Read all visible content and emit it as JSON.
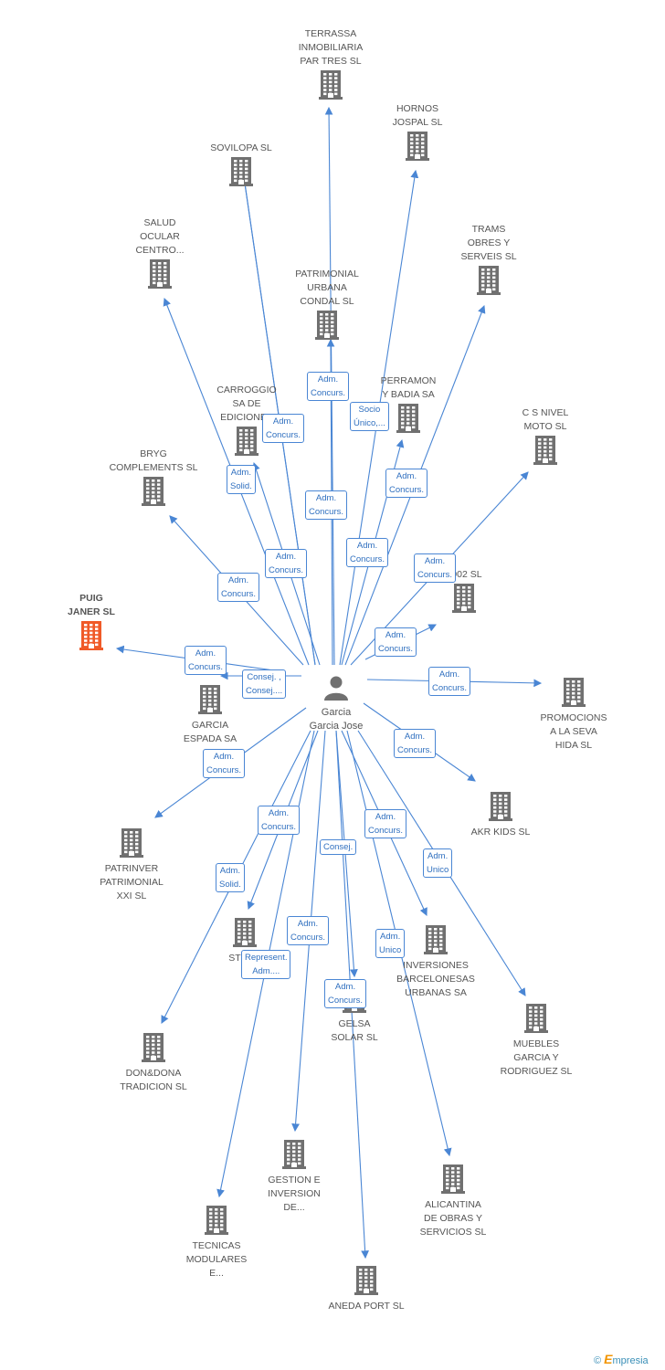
{
  "colors": {
    "edge": "#4a86d4",
    "building": "#707070",
    "highlight": "#f05a28",
    "label": "#555555"
  },
  "person": {
    "name": "Garcia\nGarcia Jose",
    "icon": "person-icon"
  },
  "nodes": [
    {
      "id": "terrassa",
      "label": "TERRASSA\nINMOBILIARIA\nPAR TRES SL",
      "icon": "building-icon"
    },
    {
      "id": "hornos",
      "label": "HORNOS\nJOSPAL SL",
      "icon": "building-icon"
    },
    {
      "id": "sovilopa",
      "label": "SOVILOPA  SL",
      "icon": "building-icon"
    },
    {
      "id": "salud",
      "label": "SALUD\nOCULAR\nCENTRO...",
      "icon": "building-icon"
    },
    {
      "id": "trams",
      "label": "TRAMS\nOBRES Y\nSERVEIS SL",
      "icon": "building-icon"
    },
    {
      "id": "patrimonial_urbana",
      "label": "PATRIMONIAL\nURBANA\nCONDAL SL",
      "icon": "building-icon"
    },
    {
      "id": "perramon",
      "label": "PERRAMON\nY BADIA SA",
      "icon": "building-icon"
    },
    {
      "id": "carroggio",
      "label": "CARROGGIO\nSA DE\nEDICIONES",
      "icon": "building-icon"
    },
    {
      "id": "csnivel",
      "label": "C S NIVEL\nMOTO SL",
      "icon": "building-icon"
    },
    {
      "id": "bryg",
      "label": "BRYG\nCOMPLEMENTS SL",
      "icon": "building-icon"
    },
    {
      "id": "n2002",
      "label": "2002 SL",
      "icon": "building-icon"
    },
    {
      "id": "puig",
      "label": "PUIG\nJANER SL",
      "icon": "building-icon",
      "highlight": true
    },
    {
      "id": "garcia_espada",
      "label": "GARCIA\nESPADA SA",
      "icon": "building-icon"
    },
    {
      "id": "promocions",
      "label": "PROMOCIONS\nA LA SEVA\nHIDA SL",
      "icon": "building-icon"
    },
    {
      "id": "akr",
      "label": "AKR KIDS  SL",
      "icon": "building-icon"
    },
    {
      "id": "patrinver",
      "label": "PATRINVER\nPATRIMONIAL\nXXI SL",
      "icon": "building-icon"
    },
    {
      "id": "stren",
      "label": "STREN",
      "icon": "building-icon"
    },
    {
      "id": "inversiones",
      "label": "INVERSIONES\nBARCELONESAS\nURBANAS SA",
      "icon": "building-icon"
    },
    {
      "id": "gelsa",
      "label": "GELSA\nSOLAR SL",
      "icon": "building-icon"
    },
    {
      "id": "muebles",
      "label": "MUEBLES\nGARCIA Y\nRODRIGUEZ SL",
      "icon": "building-icon"
    },
    {
      "id": "dondona",
      "label": "DON&DONA\nTRADICION SL",
      "icon": "building-icon"
    },
    {
      "id": "gestion",
      "label": "GESTION E\nINVERSION\nDE...",
      "icon": "building-icon"
    },
    {
      "id": "alicantina",
      "label": "ALICANTINA\nDE OBRAS Y\nSERVICIOS SL",
      "icon": "building-icon"
    },
    {
      "id": "tecnicas",
      "label": "TECNICAS\nMODULARES\nE...",
      "icon": "building-icon"
    },
    {
      "id": "aneda",
      "label": "ANEDA PORT SL",
      "icon": "building-icon"
    }
  ],
  "edges": [
    {
      "to": "terrassa",
      "label": "Adm.\nConcurs."
    },
    {
      "to": "hornos",
      "label": "Socio\nÚnico,..."
    },
    {
      "to": "sovilopa",
      "label": "Adm.\nConcurs."
    },
    {
      "to": "salud",
      "label": "Adm.\nConcurs."
    },
    {
      "to": "trams",
      "label": "Adm.\nConcurs."
    },
    {
      "to": "patrimonial_urbana",
      "label": "Adm.\nConcurs."
    },
    {
      "to": "perramon",
      "label": "Adm.\nConcurs."
    },
    {
      "to": "carroggio",
      "label": "Adm.\nSolid."
    },
    {
      "to": "csnivel",
      "label": "Adm.\nConcurs."
    },
    {
      "to": "bryg",
      "label": "Adm.\nConcurs."
    },
    {
      "to": "n2002",
      "label": "Adm.\nConcurs."
    },
    {
      "to": "puig",
      "label": "Adm.\nConcurs."
    },
    {
      "to": "garcia_espada",
      "label": "Consej. ,\nConsej...."
    },
    {
      "to": "promocions",
      "label": "Adm.\nConcurs."
    },
    {
      "to": "akr",
      "label": "Adm.\nConcurs."
    },
    {
      "to": "patrinver",
      "label": "Adm.\nConcurs."
    },
    {
      "to": "stren",
      "label": "Adm.\nSolid."
    },
    {
      "to": "inversiones",
      "label": "Adm.\nConcurs."
    },
    {
      "to": "gelsa",
      "label": "Consej."
    },
    {
      "to": "muebles",
      "label": "Adm.\nUnico"
    },
    {
      "to": "dondona",
      "label": "Adm.\nConcurs."
    },
    {
      "to": "gestion",
      "label": "Adm.\nConcurs."
    },
    {
      "to": "alicantina",
      "label": "Adm.\nUnico"
    },
    {
      "to": "tecnicas",
      "label": "Represent.\nAdm...."
    },
    {
      "to": "aneda",
      "label": "Adm.\nConcurs."
    },
    {
      "to": "sovilopa",
      "label": "Adm.\nConcurs."
    }
  ],
  "footer": {
    "copyright": "©",
    "brand_first": "E",
    "brand_rest": "mpresia"
  }
}
